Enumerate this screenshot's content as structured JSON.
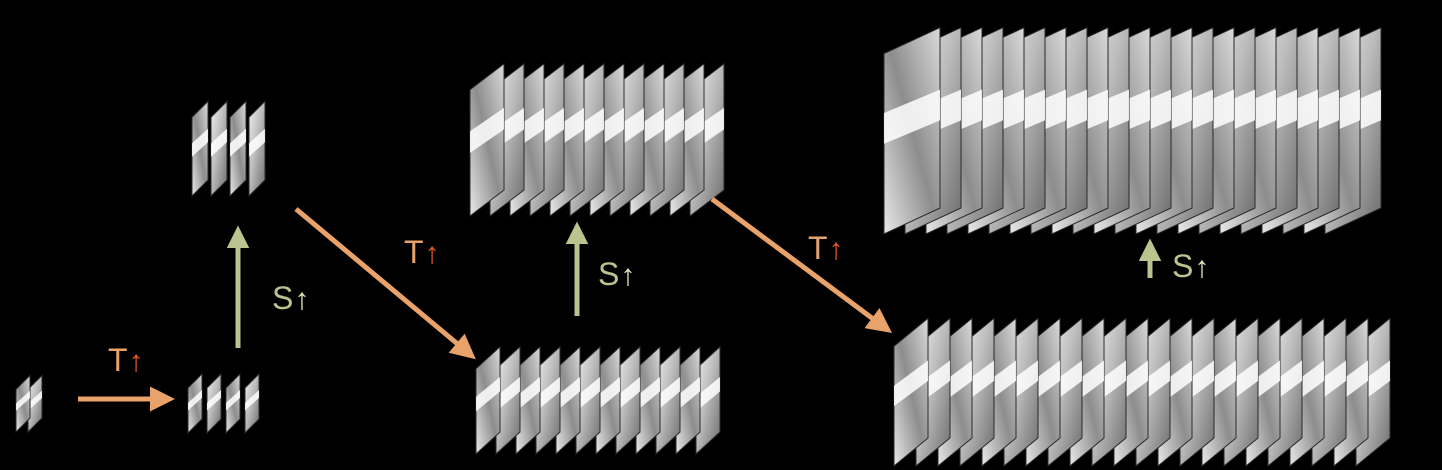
{
  "labels": {
    "temporal": "T",
    "spatial": "S",
    "up_arrow": "↑"
  },
  "colors": {
    "background": "#000000",
    "temporal_arrow": "#e8a26a",
    "temporal_glyph": "#e0581f",
    "spatial_arrow": "#b9c48e",
    "spatial_glyph": "#dfe7b6",
    "frame_light": "#e9e9e9",
    "frame_dark": "#6d6d6d"
  },
  "stacks": [
    {
      "id": "stack-1",
      "frames": 2
    },
    {
      "id": "stack-2",
      "frames": 4
    },
    {
      "id": "stack-3",
      "frames": 4
    },
    {
      "id": "stack-4",
      "frames": 12
    },
    {
      "id": "stack-5",
      "frames": 12
    },
    {
      "id": "stack-6",
      "frames": 22
    },
    {
      "id": "stack-7",
      "frames": 22
    }
  ]
}
